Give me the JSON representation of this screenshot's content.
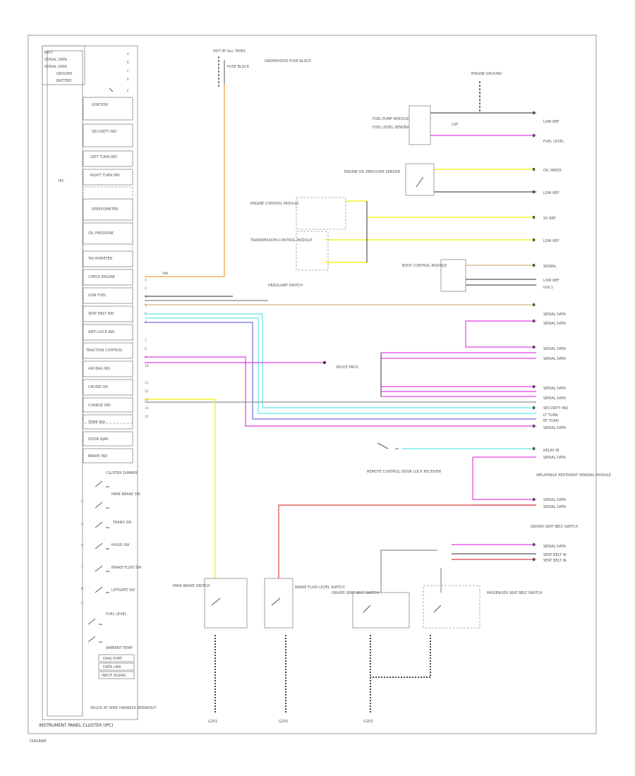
{
  "diagram": {
    "cluster_title": "INSTRUMENT PANEL CLUSTER (IPC)",
    "page_code": "DIAGRAM"
  },
  "cluster": {
    "header_lines": [
      "BATT",
      "SERIAL DATA",
      "SERIAL DATA",
      "GROUND",
      "BATTERY"
    ],
    "cells": [
      "IGNITION",
      "SECURITY IND",
      "LEFT TURN IND",
      "RIGHT TURN IND",
      "SPEEDOMETER",
      "OIL PRESSURE",
      "TACHOMETER",
      "CHECK ENGINE",
      "LOW FUEL",
      "SEAT BELT IND",
      "ANTI-LOCK IND",
      "TRACTION CONTROL",
      "AIR BAG IND",
      "CRUISE ON",
      "CHARGE IND",
      "TEMP IND",
      "DOOR AJAR",
      "BRAKE IND"
    ],
    "switch_labels": [
      "CLUSTER DIMMER",
      "PARK BRAKE SW",
      "TRANS SW",
      "HOOD SW",
      "BRAKE FLUID SW",
      "LIFTGATE SW",
      "FUEL LEVEL",
      "AMBIENT TEMP"
    ],
    "bottom_boxes": [
      "DIAG PORT",
      "DATA LINK",
      "INPUT SIGNAL"
    ],
    "bottom_note": "SPLICE AT WIRE HARNESS BREAKOUT"
  },
  "components": {
    "power_source": "HOT AT ALL TIMES",
    "power_fuse": "FUSE BLOCK",
    "power_note": "UNDERHOOD FUSE BLOCK",
    "engine_ground": "ENGINE GROUND",
    "fuel_pump_module": "FUEL PUMP MODULE",
    "fuel_sender": "FUEL LEVEL SENDER",
    "oil_sensor": "ENGINE OIL PRESSURE SENSOR",
    "body_control_module": "BODY CONTROL MODULE",
    "ecm": "ENGINE CONTROL MODULE",
    "tcm": "TRANSMISSION CONTROL MODULE",
    "splice_pack": "SPLICE PACK",
    "lighting_switch": "HEADLAMP SWITCH",
    "remote_module": "REMOTE CONTROL DOOR LOCK RECEIVER",
    "airbag_module": "INFLATABLE RESTRAINT SENSING MODULE",
    "seatbelt_switch": "DRIVER SEAT BELT SWITCH",
    "passenger_switch": "PASSENGER SEAT BELT SWITCH",
    "park_brake_switch": "PARK BRAKE SWITCH",
    "brake_fluid_switch": "BRAKE FLUID LEVEL SWITCH",
    "ground_a": "G201",
    "ground_b": "G202",
    "ground_c": "G203"
  },
  "right_labels": [
    "LOW REF",
    "FUEL LEVEL",
    "OIL PRESS",
    "LOW REF",
    "5V REF",
    "LOW REF",
    "SIGNAL",
    "LOW REF",
    "IGN 1",
    "SERIAL DATA",
    "SERIAL DATA",
    "SERIAL DATA",
    "SERIAL DATA",
    "SERIAL DATA",
    "SERIAL DATA",
    "SECURITY IND",
    "LT TURN",
    "RT TURN",
    "SERIAL DATA",
    "RELAY IN",
    "SERIAL DATA",
    "SERIAL DATA",
    "SERIAL DATA",
    "SERIAL DATA",
    "SEAT BELT IN",
    "SEAT BELT IN"
  ],
  "wire_colors": {
    "orange": "#f0a040",
    "pink": "#e040e0",
    "yellow": "#f0f000",
    "cyan": "#60e8e8",
    "blue": "#7070e0",
    "red": "#e04040",
    "tan": "#d8b080",
    "black": "#333333",
    "gray": "#909090",
    "green": "#50c050"
  }
}
